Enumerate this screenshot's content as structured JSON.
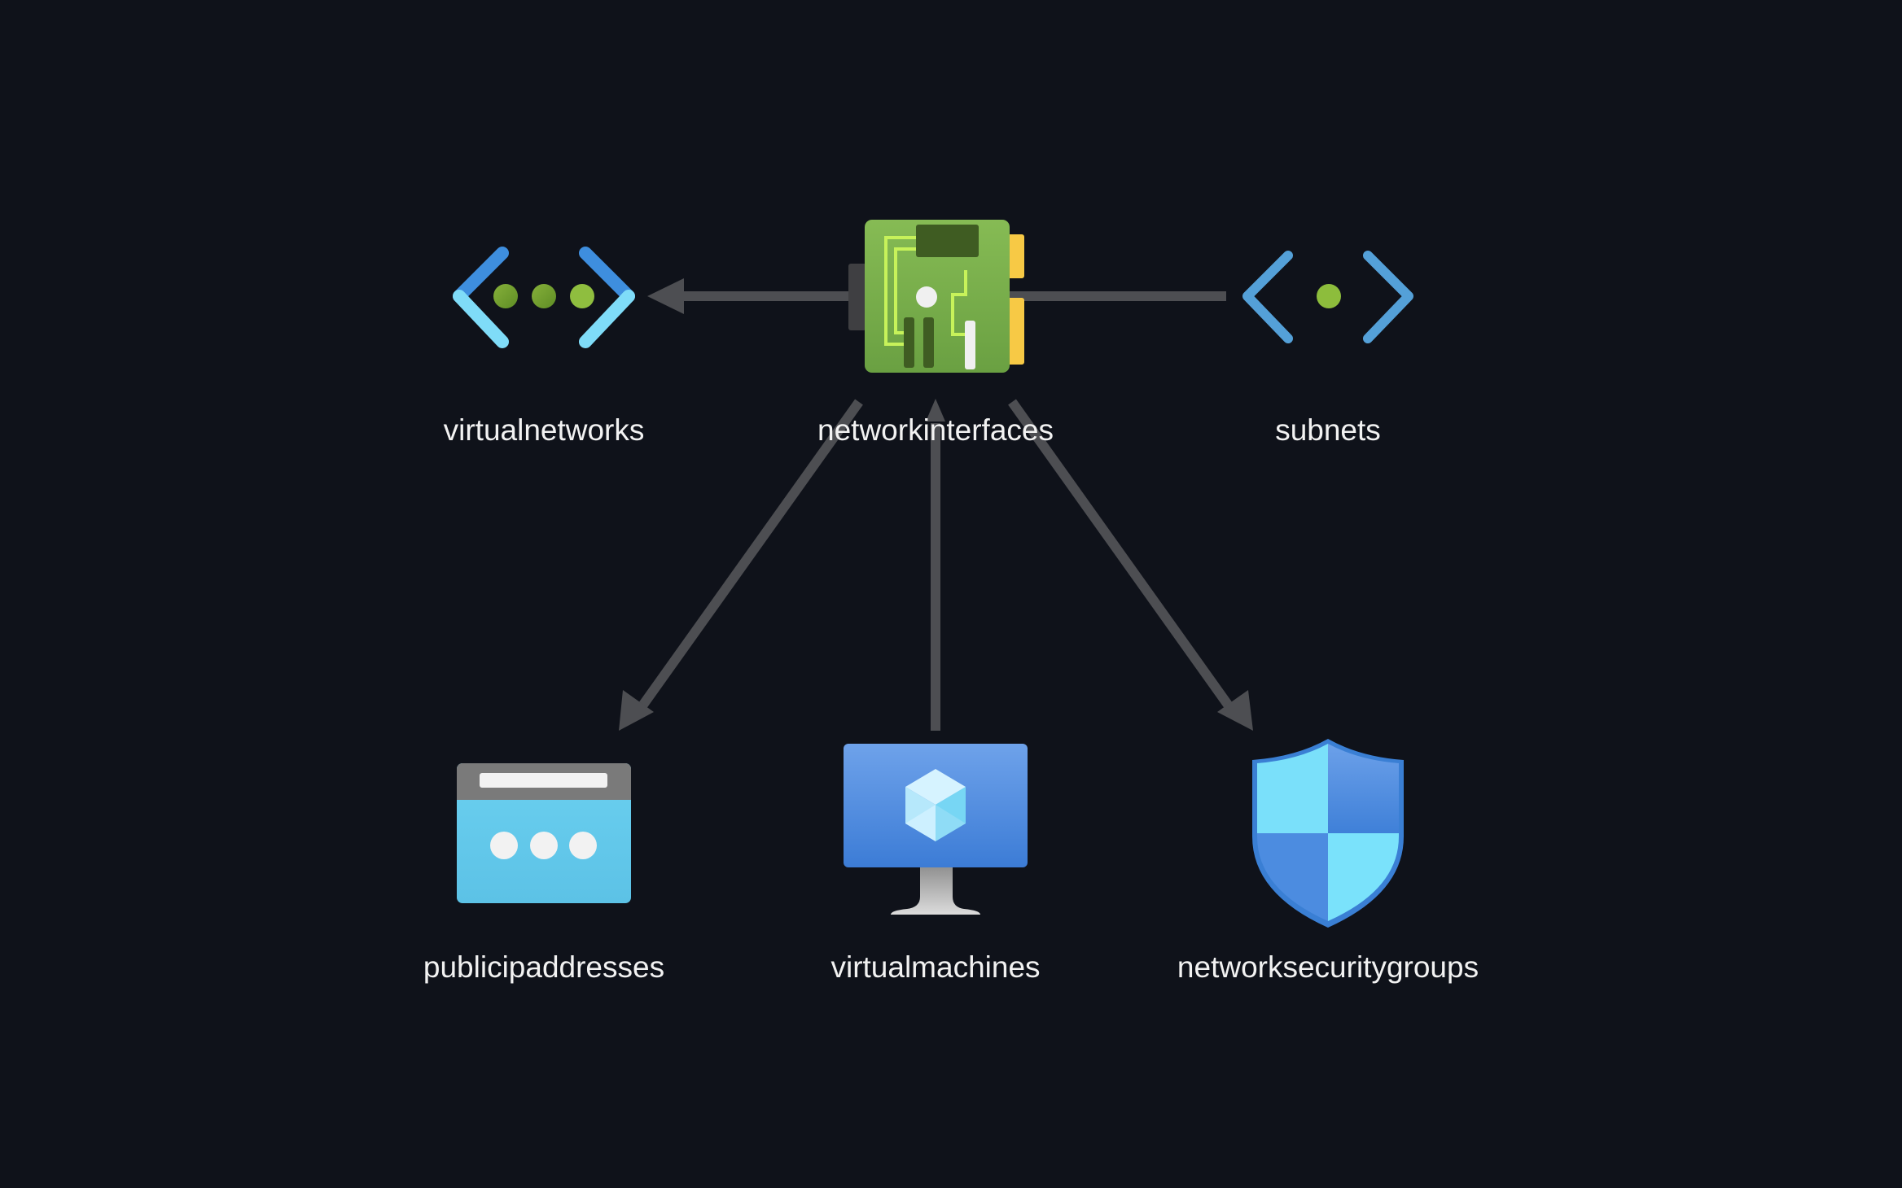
{
  "diagram": {
    "background": "#0f121a",
    "edge_color": "#4d4e52",
    "label_color": "#f2f2f2",
    "nodes": [
      {
        "id": "virtualnetworks",
        "label": "virtualnetworks",
        "icon": "virtual-network-icon"
      },
      {
        "id": "networkinterfaces",
        "label": "networkinterfaces",
        "icon": "network-interface-icon"
      },
      {
        "id": "subnets",
        "label": "subnets",
        "icon": "subnet-icon"
      },
      {
        "id": "publicipaddresses",
        "label": "publicipaddresses",
        "icon": "public-ip-icon"
      },
      {
        "id": "virtualmachines",
        "label": "virtualmachines",
        "icon": "virtual-machine-icon"
      },
      {
        "id": "networksecuritygroups",
        "label": "networksecuritygroups",
        "icon": "network-security-group-icon"
      }
    ],
    "edges": [
      {
        "from": "networkinterfaces",
        "to": "virtualnetworks",
        "arrow": "end"
      },
      {
        "from": "networkinterfaces",
        "to": "subnets",
        "arrow": "none"
      },
      {
        "from": "networkinterfaces",
        "to": "publicipaddresses",
        "arrow": "end"
      },
      {
        "from": "virtualmachines",
        "to": "networkinterfaces",
        "arrow": "end"
      },
      {
        "from": "networkinterfaces",
        "to": "networksecuritygroups",
        "arrow": "end"
      }
    ]
  }
}
